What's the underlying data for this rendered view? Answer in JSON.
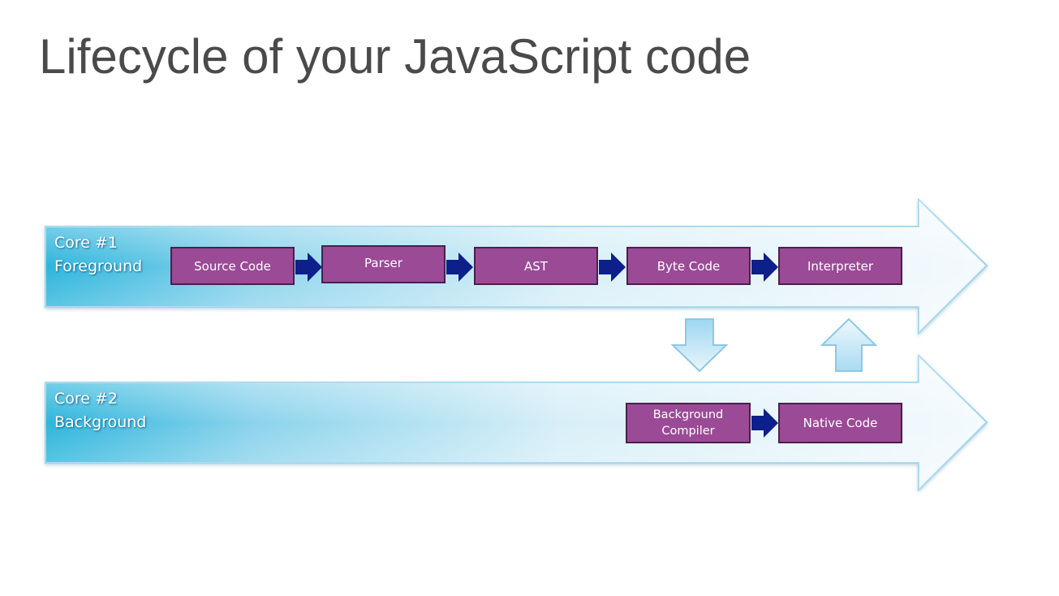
{
  "title": "Lifecycle of your JavaScript code",
  "core1": {
    "label_line1": "Core #1",
    "label_line2": "Foreground",
    "stages": [
      "Source Code",
      "Parser",
      "AST",
      "Byte Code",
      "Interpreter"
    ]
  },
  "core2": {
    "label_line1": "Core #2",
    "label_line2": "Background",
    "stages": [
      {
        "line1": "Background",
        "line2": "Compiler"
      },
      {
        "line1": "Native Code"
      }
    ]
  },
  "colors": {
    "title": "#4a4a4a",
    "band_start": "#2cb5dc",
    "band_end": "#ffffff",
    "stage_fill": "#9b4a96",
    "stage_border": "#4a1f4a",
    "connector": "#0d1f8a",
    "transfer_arrow": "#bfe4f5"
  }
}
